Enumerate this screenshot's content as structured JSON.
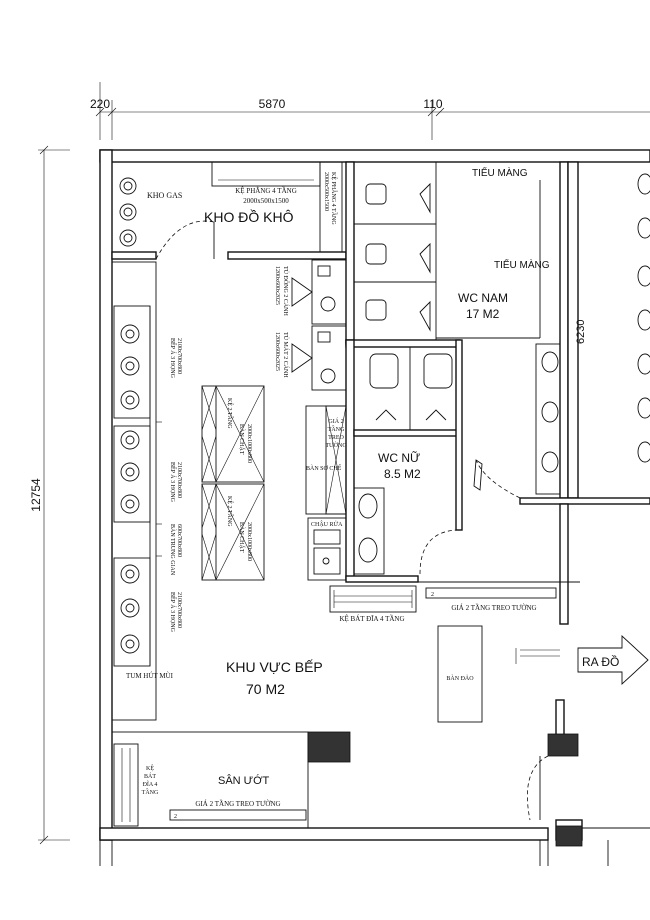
{
  "dimensions": {
    "top": [
      "220",
      "5870",
      "110"
    ],
    "left": "12754",
    "right": "6230"
  },
  "rooms": {
    "kho_gas": "KHO GAS",
    "kho_do_kho": "KHO ĐỒ KHÔ",
    "ke_phang": "KỆ PHẲNG 4 TẦNG",
    "ke_phang_size": "2000x500x1500",
    "ke_phang_v": "KỆ PHẲNG 4 TẦNG",
    "ke_phang_v_size": "2000x500x1500",
    "tu_dong": "TỦ ĐÔNG 2 CÁNH",
    "tu_dong_size": "1200x600x2025",
    "tu_mat": "TỦ MÁT 2 CÁNH",
    "tu_mat_size": "1200x600x2025",
    "bep_a1": "BẾP Á 3 HỌNG",
    "bep_a1_size": "2100x700x800",
    "bep_a2": "BẾP Á 3 HỌNG",
    "bep_a2_size": "2100x700x800",
    "ban_trung_gian": "BÀN TRUNG GIAN",
    "ban_trung_gian_size": "600x700x800",
    "bep_a3": "BẾP Á 3 HỌNG",
    "bep_a3_size": "2100x700x800",
    "ke_2_tang_1": "KỆ 2 TẦNG",
    "ban_chat_1": "BÀN CHẶT",
    "ban_chat_1_size": "2000x1000x800",
    "ke_2_tang_2": "KỆ 2 TẦNG",
    "ban_chat_2": "BÀN CHẶT",
    "ban_chat_2_size": "2000x1000x800",
    "gia_2_tang_treo": "GIÁ 2 TẦNG TREO TƯỜNG",
    "ban_so_che": "BÀN SƠ CHẾ",
    "chau_rua": "CHẬU RỬA",
    "tum_hut_mui": "TUM HÚT MÙI",
    "khu_vuc_bep": "KHU VỰC BẾP",
    "khu_vuc_bep_area": "70 M2",
    "ke_bat_dia_bottom": "KỆ BÁT ĐĨA 4 TẦNG",
    "ke_bat_dia_left": [
      "KỆ",
      "BÁT",
      "ĐĨA 4",
      "TẦNG"
    ],
    "san_uot": "SÂN ƯỚT",
    "gia_2_tang_bottom": "GIÁ 2 TẦNG TREO TƯỜNG",
    "gia_2_tang_right": "GIÁ 2 TẦNG TREO TƯỜNG",
    "ban_dao": "BÀN ĐẢO",
    "tieu_mang_1": "TIỂU MÀNG",
    "tieu_mang_2": "TIỂU MÀNG",
    "wc_nam": "WC NAM",
    "wc_nam_area": "17 M2",
    "wc_nu": "WC NỮ",
    "wc_nu_area": "8.5 M2",
    "ra_do": "RA ĐỒ"
  }
}
